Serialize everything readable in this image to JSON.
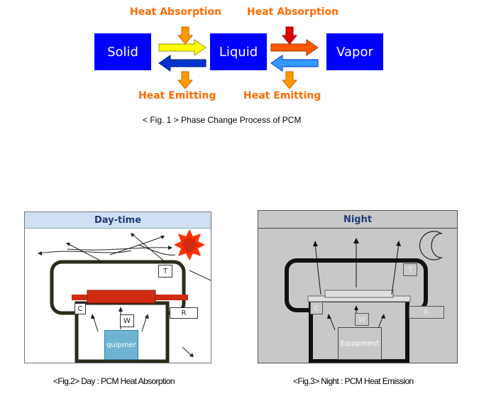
{
  "fig1": {
    "phases": [
      "Solid",
      "Liquid",
      "Vapor"
    ],
    "labels": {
      "absorption_left": "Heat Absorption",
      "absorption_right": "Heat Absorption",
      "emitting_left": "Heat Emitting",
      "emitting_right": "Heat Emitting"
    },
    "caption": "< Fig. 1 > Phase Change Process of PCM",
    "colors": {
      "box": "#0000ff",
      "label": "#ff6b00",
      "arrow_absorb_left": "#ffff00",
      "arrow_absorb_right": "#ff5a00",
      "arrow_emit": "#0033cc",
      "arrow_down_absorb_left": "#ff9900",
      "arrow_down_absorb_right": "#e00000"
    }
  },
  "fig2": {
    "header": "Day-time",
    "tags": {
      "t": "T",
      "c": "C",
      "w": "W",
      "r": "R"
    },
    "equipment": "quipmer",
    "caption": "<Fig.2>  Day : PCM Heat Absorption",
    "colors": {
      "header_bg": "#cfe0f5",
      "pcm": "#d12a12",
      "sun": "#ff3300",
      "equipment": "#6fb3d2"
    }
  },
  "fig3": {
    "header": "Night",
    "tags": {
      "t": "T",
      "c": "C",
      "w": "W",
      "r": "R"
    },
    "equipment": "Equipment",
    "caption": "<Fig.3>  Night : PCM Heat  Emission",
    "colors": {
      "panel_bg": "#c8c8c8",
      "pcm": "#e0e0e0"
    }
  }
}
